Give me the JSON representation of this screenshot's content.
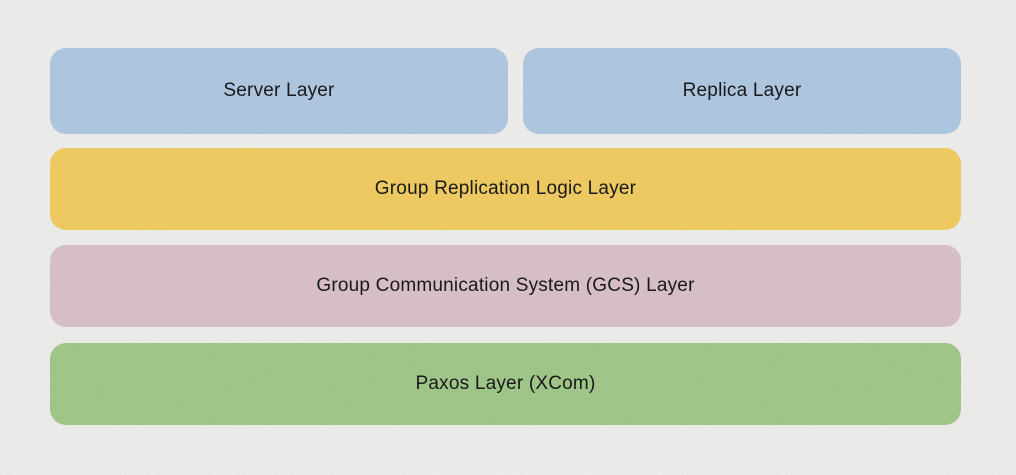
{
  "colors": {
    "background": "#f6f6f5",
    "text": "#1b1b1b",
    "blue": "#b6cfe9",
    "yellow": "#f9d366",
    "pink": "#e1c8d2",
    "green": "#a7cf90"
  },
  "layers": {
    "server": {
      "label": "Server Layer",
      "color": "#b6cfe9"
    },
    "replica": {
      "label": "Replica Layer",
      "color": "#b6cfe9"
    },
    "group_replication_logic": {
      "label": "Group Replication Logic Layer",
      "color": "#f9d366"
    },
    "gcs": {
      "label": "Group Communication System (GCS) Layer",
      "color": "#e1c8d2"
    },
    "paxos": {
      "label": "Paxos Layer (XCom)",
      "color": "#a7cf90"
    }
  }
}
